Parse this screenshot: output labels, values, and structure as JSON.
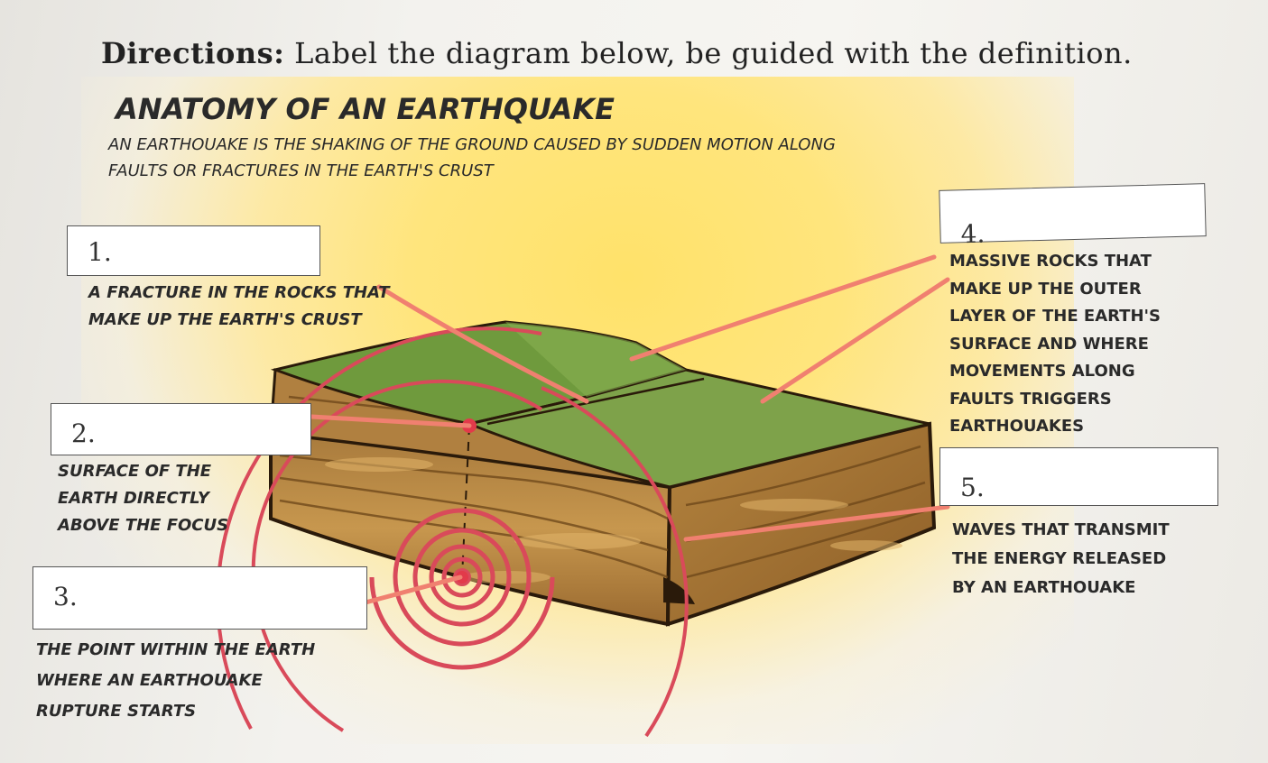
{
  "directions": {
    "label": "Directions:",
    "text": "Label the diagram below, be guided with the definition."
  },
  "title": "ANATOMY OF AN EARTHQUAKE",
  "subtitle": "AN EARTHOUAKE IS THE SHAKING OF THE GROUND CAUSED BY SUDDEN MOTION ALONG FAULTS OR FRACTURES IN THE EARTH'S CRUST",
  "labels": [
    {
      "number": "1.",
      "definition": "A FRACTURE IN THE ROCKS THAT\nMAKE UP THE EARTH'S CRUST"
    },
    {
      "number": "2.",
      "definition": "SURFACE OF THE\nEARTH DIRECTLY\nABOVE THE FOCUS"
    },
    {
      "number": "3.",
      "definition": "THE POINT WITHIN THE EARTH\nWHERE AN EARTHOUAKE\nRUPTURE STARTS"
    },
    {
      "number": "4.",
      "definition": "MASSIVE ROCKS THAT\nMAKE UP THE OUTER\nLAYER OF THE EARTH'S\nSURFACE AND WHERE\nMOVEMENTS ALONG\nFAULTS TRIGGERS\nEARTHOUAKES"
    },
    {
      "number": "5.",
      "definition": "WAVES THAT TRANSMIT\nTHE ENERGY RELEASED\nBY AN EARTHOUAKE"
    }
  ],
  "colors": {
    "pointer": "#f08070",
    "wave": "#d94a5a",
    "ground": "#6e9b3c",
    "rock": "#b98a45"
  }
}
